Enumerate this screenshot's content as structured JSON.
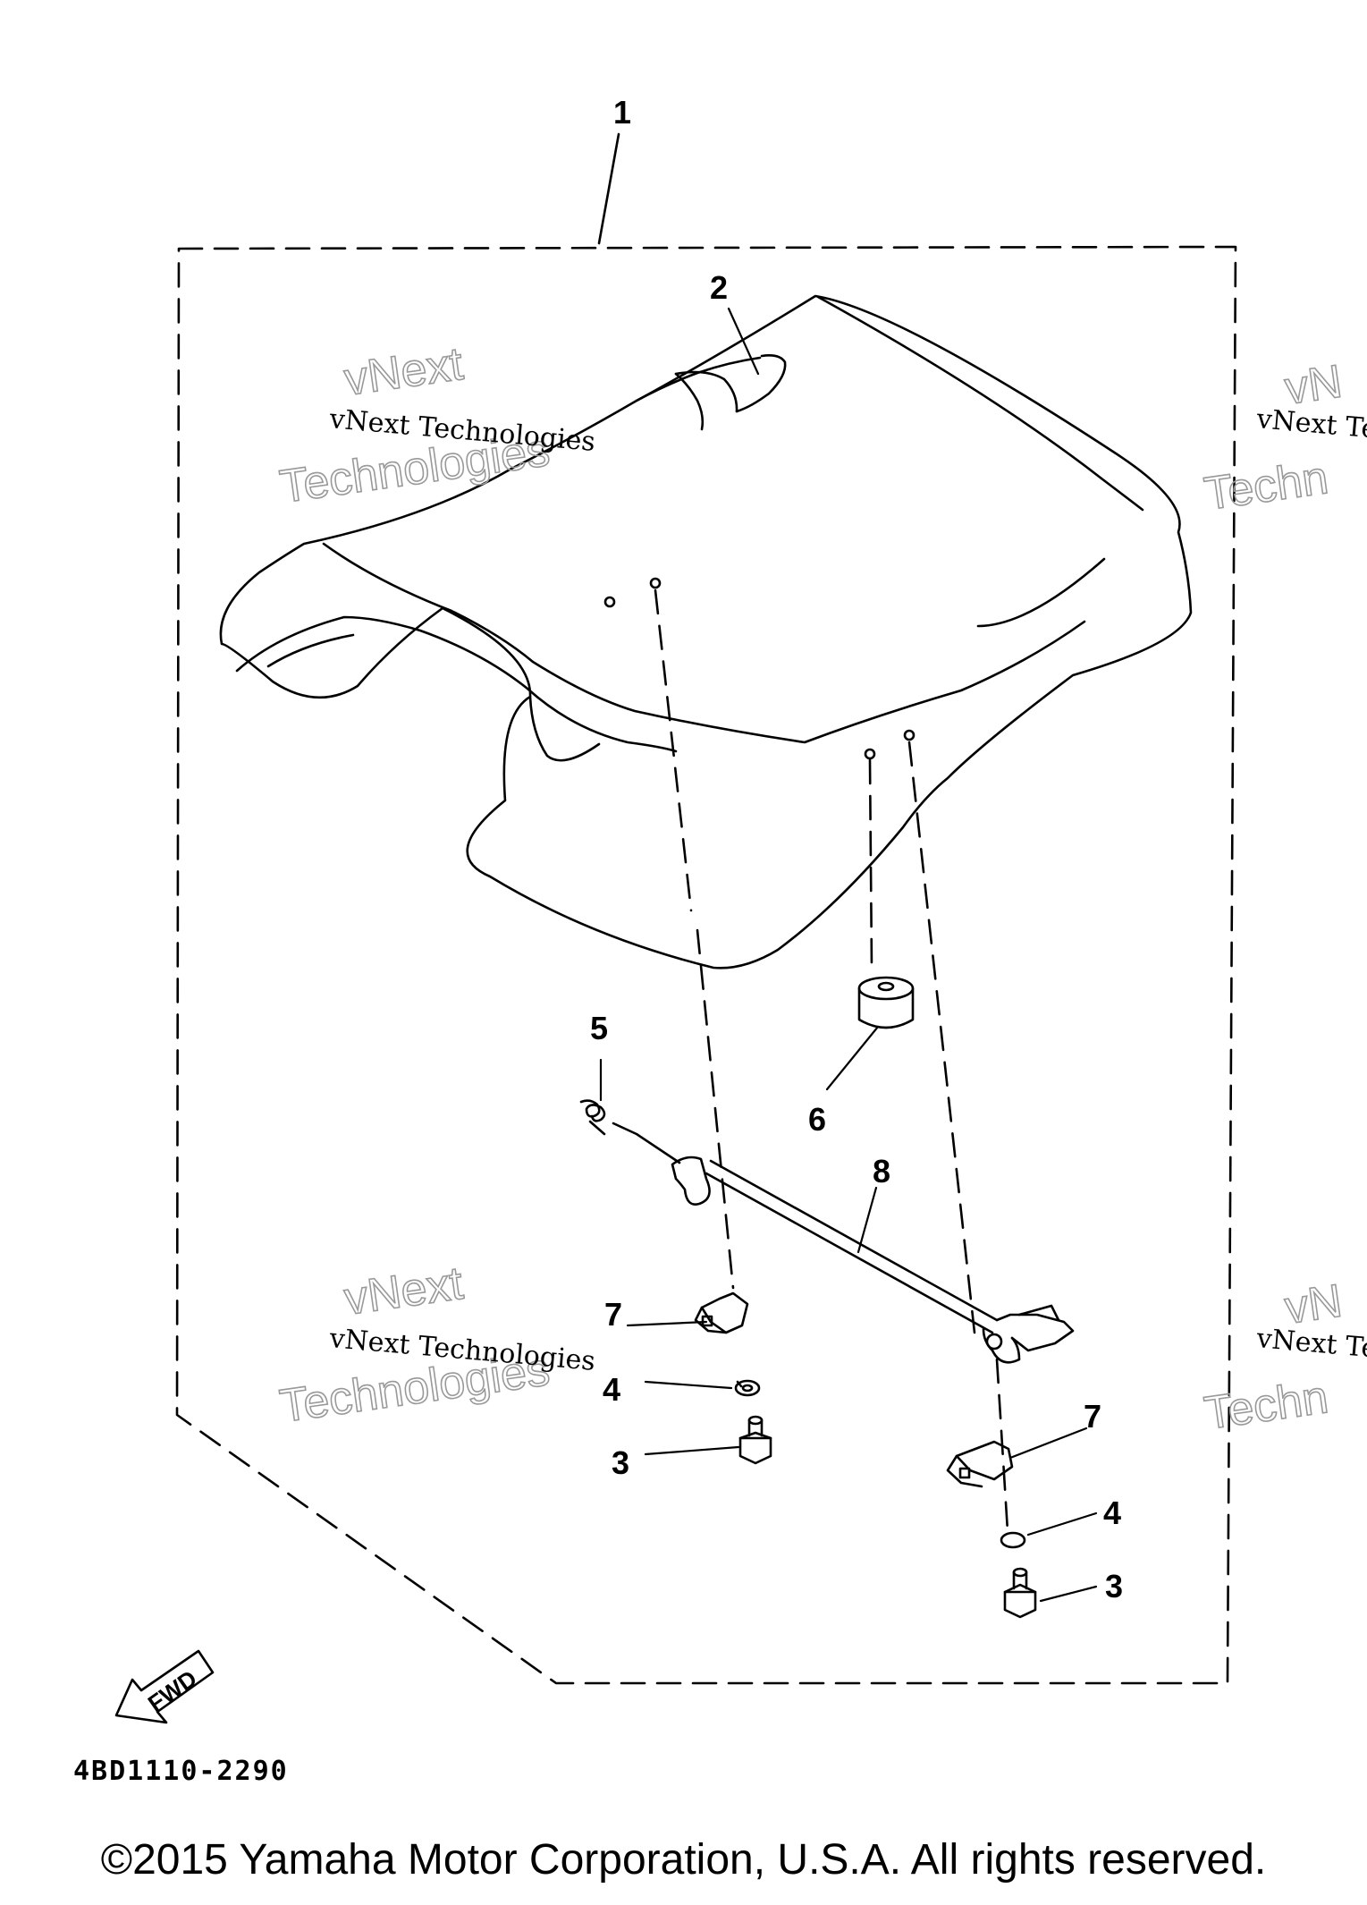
{
  "diagram": {
    "drawing_code": "4BD1110-2290",
    "fwd_label": "FWD",
    "watermark": {
      "line1": "vNext Technologies",
      "line2a": "vNext",
      "line2b": "Technologies",
      "right_line1": "vNext Te",
      "right_line2a": "vN",
      "right_line2b": "Techn"
    },
    "callouts": [
      {
        "id": "1",
        "text": "1"
      },
      {
        "id": "2",
        "text": "2"
      },
      {
        "id": "3a",
        "text": "3"
      },
      {
        "id": "3b",
        "text": "3"
      },
      {
        "id": "4a",
        "text": "4"
      },
      {
        "id": "4b",
        "text": "4"
      },
      {
        "id": "5",
        "text": "5"
      },
      {
        "id": "6",
        "text": "6"
      },
      {
        "id": "7a",
        "text": "7"
      },
      {
        "id": "7b",
        "text": "7"
      },
      {
        "id": "8",
        "text": "8"
      }
    ]
  },
  "footer": {
    "copyright": "©2015 Yamaha Motor Corporation, U.S.A. All rights reserved."
  }
}
